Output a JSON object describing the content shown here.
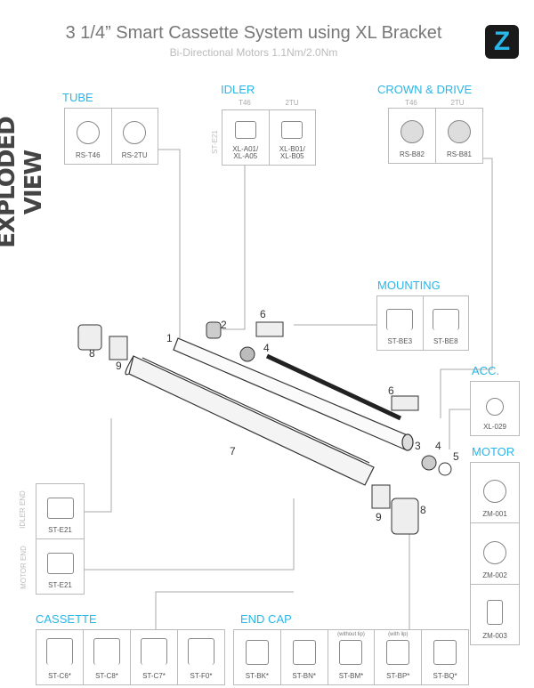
{
  "header": {
    "title": "3 1/4” Smart Cassette System using XL Bracket",
    "subtitle": "Bi-Directional Motors 1.1Nm/2.0Nm",
    "logo": "Z"
  },
  "side_title": "EXPLODED VIEW",
  "tube": {
    "label": "TUBE",
    "items": [
      "RS-T46",
      "RS-2TU"
    ]
  },
  "idler": {
    "label": "IDLER",
    "cols": [
      "T46",
      "2TU"
    ],
    "side": "ST-E21",
    "items": [
      "XL-A01/ XL-A05",
      "XL-B01/ XL-B05"
    ]
  },
  "crown": {
    "label": "CROWN & DRIVE",
    "cols": [
      "T46",
      "2TU"
    ],
    "items": [
      "RS-B82",
      "RS-B81"
    ]
  },
  "mounting": {
    "label": "MOUNTING",
    "items": [
      "ST-BE3",
      "ST-BE8"
    ]
  },
  "acc": {
    "label": "ACC.",
    "items": [
      "XL-029"
    ]
  },
  "motor": {
    "label": "MOTOR",
    "items": [
      "ZM-001",
      "ZM-002",
      "ZM-003"
    ]
  },
  "ends": {
    "idler_label": "IDLER END",
    "motor_label": "MOTOR END",
    "items": [
      "ST-E21",
      "ST-E21"
    ]
  },
  "cassette": {
    "label": "CASSETTE",
    "items": [
      "ST-C6*",
      "ST-C8*",
      "ST-C7*",
      "ST-F0*"
    ]
  },
  "endcap": {
    "label": "END CAP",
    "notes": [
      "(without lip)",
      "(with lip)"
    ],
    "items": [
      "ST-BK*",
      "ST-BN*",
      "ST-BM*",
      "ST-BP*",
      "ST-BQ*"
    ]
  },
  "parts": [
    "1",
    "2",
    "3",
    "4",
    "5",
    "6",
    "7",
    "8",
    "9"
  ],
  "colors": {
    "accent": "#29b6e8",
    "line": "#999"
  }
}
